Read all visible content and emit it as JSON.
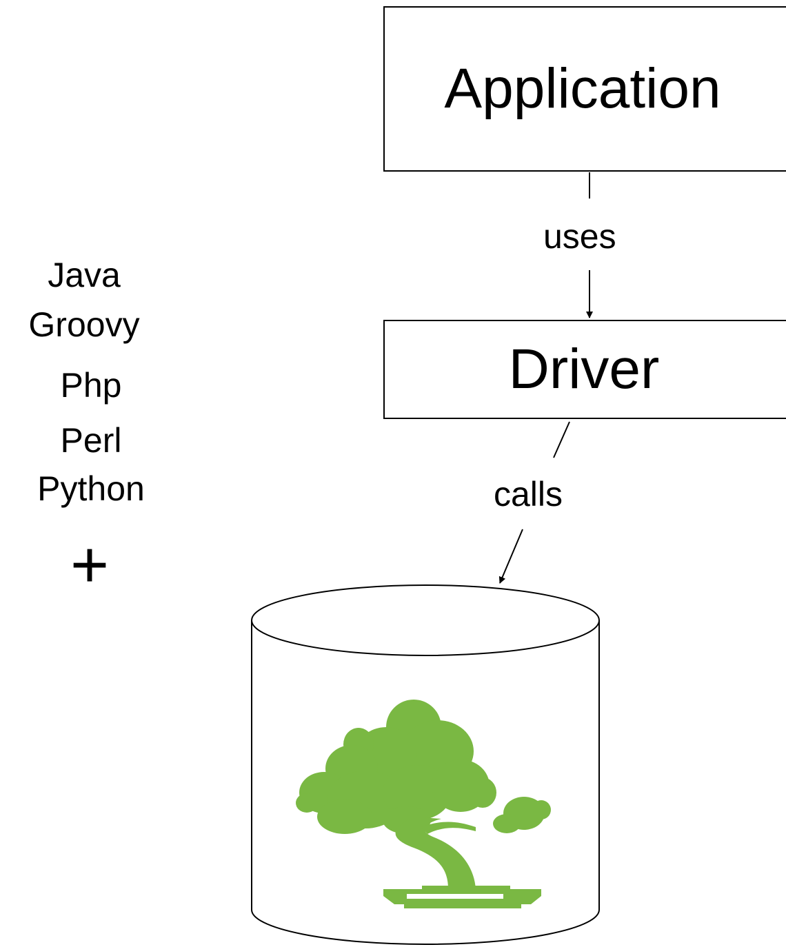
{
  "boxes": {
    "application": "Application",
    "driver": "Driver"
  },
  "edges": {
    "uses": "uses",
    "calls": "calls"
  },
  "languages": [
    "Java",
    "Groovy",
    "Php",
    "Perl",
    "Python"
  ],
  "plus": "+",
  "database": {
    "icon": "bonsai-tree-icon",
    "icon_color": "#7ab843"
  }
}
